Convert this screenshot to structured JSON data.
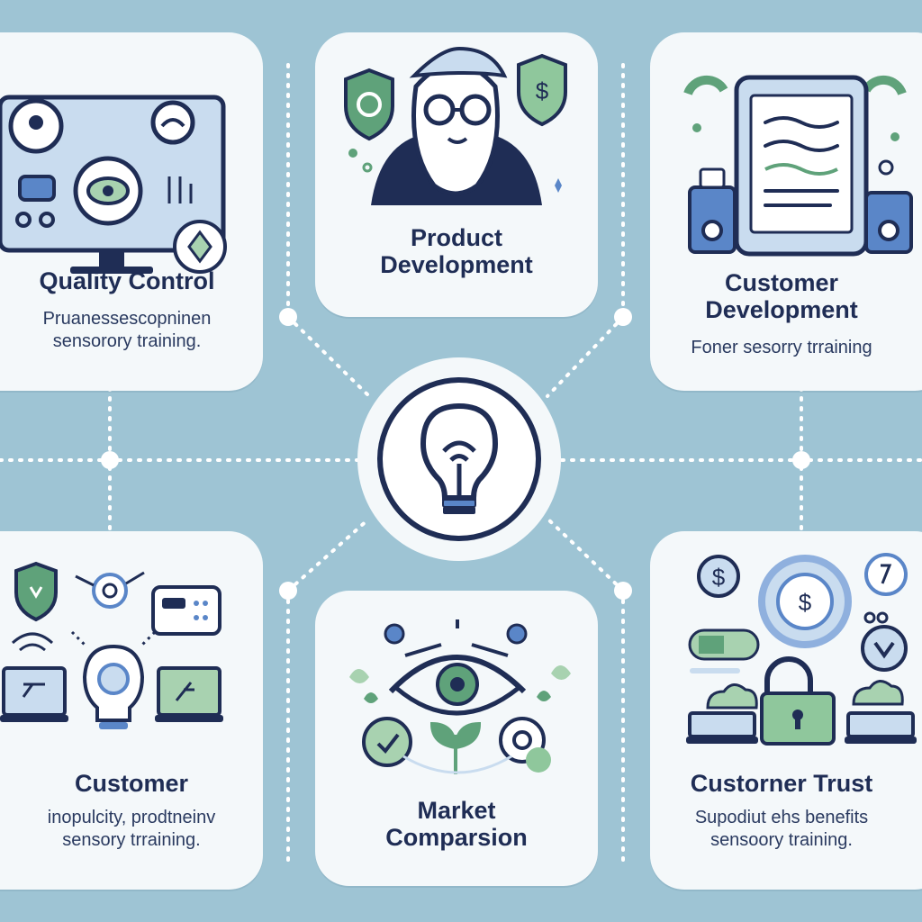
{
  "colors": {
    "background": "#9ec4d4",
    "card": "#f4f8fa",
    "navy": "#1f2d55",
    "blue": "#5a86c8",
    "green": "#5fa27a",
    "light_green": "#a8d2b0",
    "light_blue": "#c9dcef"
  },
  "hub": {
    "icon": "lightbulb-icon"
  },
  "cards": {
    "quality_control": {
      "title": "Quality Control",
      "desc": [
        "Pruaness­escopninen",
        "sensorory training."
      ],
      "icon": "monitor-inspection-icon"
    },
    "product_development": {
      "title": [
        "Product",
        "Development"
      ],
      "icon": "person-with-glasses-icon"
    },
    "customer_development": {
      "title": [
        "Customer",
        "Development"
      ],
      "desc": [
        "Foner sesorry trraining"
      ],
      "icon": "tablet-document-icon"
    },
    "customer": {
      "title": "Customer",
      "desc": [
        "inopulcity, prodtneinv",
        "sensory trraining."
      ],
      "icon": "lightbulb-network-icon"
    },
    "market_comparison": {
      "title": [
        "Market",
        "Comparsion"
      ],
      "icon": "eye-plant-icon"
    },
    "customer_trust": {
      "title": "Custorner Trust",
      "desc": [
        "Supodiut ehs benefits",
        "sensoory training."
      ],
      "icon": "lock-coins-icon"
    }
  }
}
